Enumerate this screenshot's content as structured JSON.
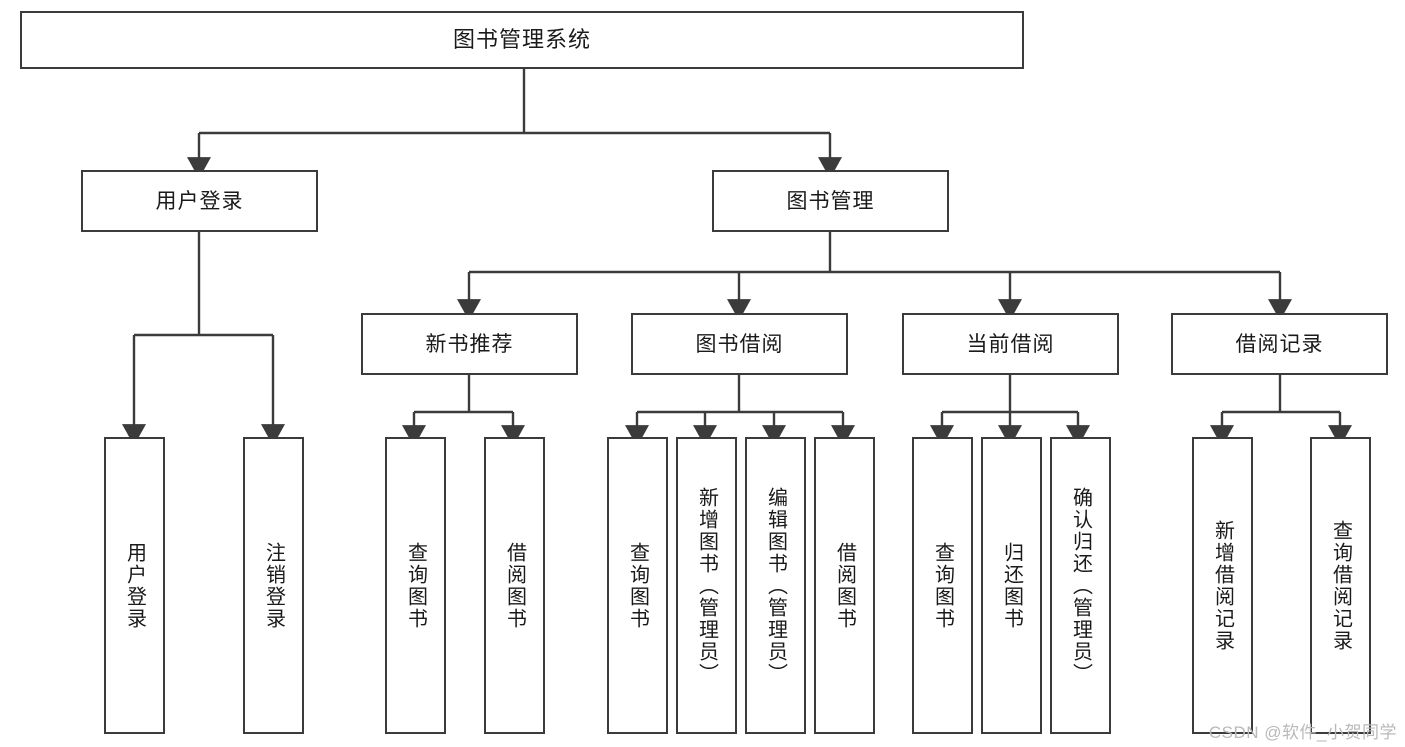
{
  "diagram": {
    "title": "图书管理系统",
    "type": "tree-hierarchy-chart",
    "colors": {
      "stroke": "#3b3b3b",
      "fill": "#ffffff",
      "text": "#1a1a1a",
      "watermark": "#b9b9b9"
    },
    "levels": {
      "root": {
        "label": "图书管理系统"
      },
      "level2": [
        {
          "label": "用户登录"
        },
        {
          "label": "图书管理"
        }
      ],
      "level3": [
        {
          "label": "新书推荐"
        },
        {
          "label": "图书借阅"
        },
        {
          "label": "当前借阅"
        },
        {
          "label": "借阅记录"
        }
      ],
      "leaves": {
        "user_login": [
          {
            "label": "用户登录"
          },
          {
            "label": "注销登录"
          }
        ],
        "new_book_recommend": [
          {
            "label": "查询图书"
          },
          {
            "label": "借阅图书"
          }
        ],
        "book_borrow": [
          {
            "label": "查询图书"
          },
          {
            "label": "新增图书（管理员）"
          },
          {
            "label": "编辑图书（管理员）"
          },
          {
            "label": "借阅图书"
          }
        ],
        "current_borrow": [
          {
            "label": "查询图书"
          },
          {
            "label": "归还图书"
          },
          {
            "label": "确认归还（管理员）"
          }
        ],
        "borrow_record": [
          {
            "label": "新增借阅记录"
          },
          {
            "label": "查询借阅记录"
          }
        ]
      }
    }
  },
  "watermark": {
    "text": "CSDN @软件_小贺同学"
  }
}
